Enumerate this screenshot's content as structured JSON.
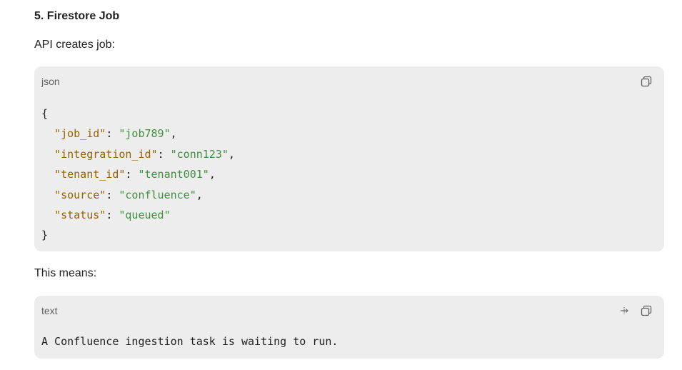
{
  "section": {
    "heading": "5. Firestore Job",
    "intro": "API creates job:",
    "explain": "This means:"
  },
  "json_block": {
    "lang": "json",
    "open_brace": "{",
    "close_brace": "}",
    "entries": [
      {
        "key": "\"job_id\"",
        "value": "\"job789\"",
        "trail": ","
      },
      {
        "key": "\"integration_id\"",
        "value": "\"conn123\"",
        "trail": ","
      },
      {
        "key": "\"tenant_id\"",
        "value": "\"tenant001\"",
        "trail": ","
      },
      {
        "key": "\"source\"",
        "value": "\"confluence\"",
        "trail": ","
      },
      {
        "key": "\"status\"",
        "value": "\"queued\"",
        "trail": ""
      }
    ]
  },
  "text_block": {
    "lang": "text",
    "content": "A Confluence ingestion task is waiting to run."
  },
  "icons": {
    "copy": "copy-icon",
    "wrap": "wrap-icon"
  },
  "colors": {
    "key": "#946300",
    "string": "#3f8f3f",
    "code_bg": "#ededed"
  }
}
